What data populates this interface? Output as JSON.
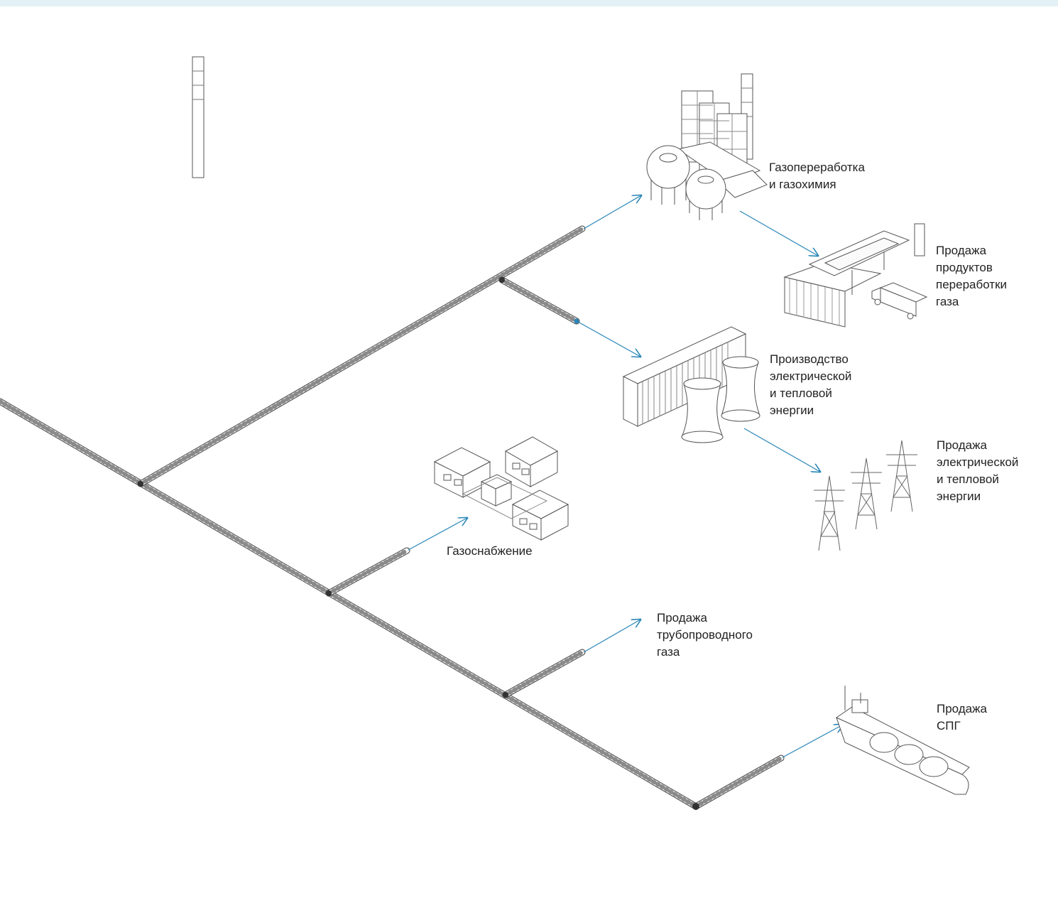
{
  "colors": {
    "background": "#ffffff",
    "top_strip": "#e3f0f5",
    "arrow": "#2a86b8",
    "line_art": "#555555",
    "text": "#222222"
  },
  "labels": {
    "processing": "Газопереработка\nи газохимия",
    "products_sale": "Продажа\nпродуктов\nпереработки\nгаза",
    "power_production": "Производство\nэлектрической\nи тепловой\nэнергии",
    "power_sale": "Продажа\nэлектрической\nи тепловой\nэнергии",
    "gas_supply": "Газоснабжение",
    "pipeline_sale": "Продажа\nтрубопроводного\nгаза",
    "lng_sale": "Продажа\nСПГ"
  },
  "icons": [
    "gas-processing-plant-icon",
    "filling-station-icon",
    "power-plant-icon",
    "transmission-towers-icon",
    "houses-icon",
    "lng-tanker-icon"
  ]
}
